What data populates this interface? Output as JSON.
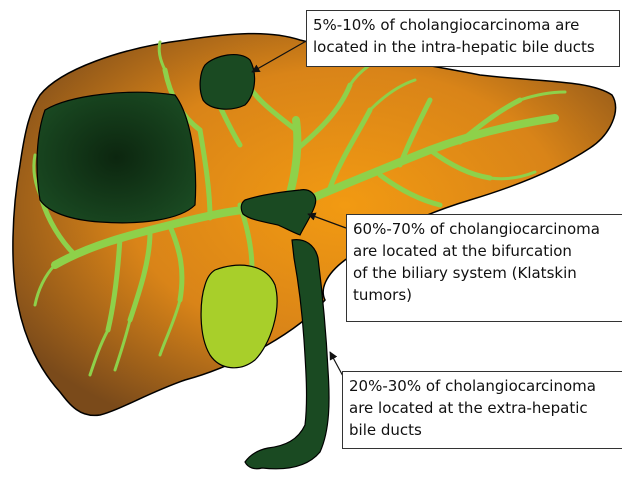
{
  "callouts": {
    "intra_hepatic": {
      "lines": [
        "5%-10% of cholangiocarcinoma are",
        "located in the intra-hepatic bile ducts"
      ]
    },
    "bifurcation": {
      "lines": [
        "60%-70% of cholangiocarcinoma",
        "are located at the bifurcation",
        "of the biliary system (Klatskin",
        "tumors)"
      ]
    },
    "extra_hepatic": {
      "lines": [
        "20%-30% of cholangiocarcinoma",
        "are located at the extra-hepatic",
        "bile ducts"
      ]
    }
  },
  "colors": {
    "liver_light": "#f0960f",
    "liver_dark": "#7a4a1a",
    "bile_duct": "#8ed14a",
    "gallbladder": "#a8cf2a",
    "tumor": "#133a1a",
    "outline": "#000000"
  }
}
